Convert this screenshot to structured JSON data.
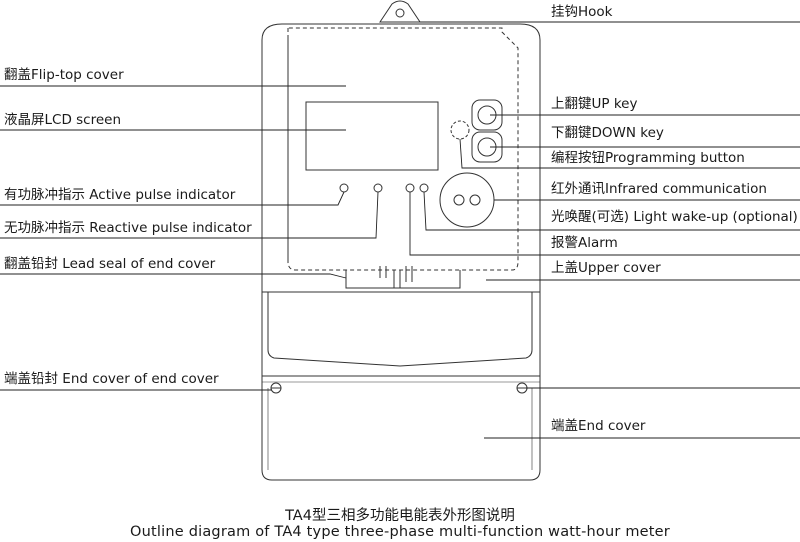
{
  "labels_left": {
    "flip_top_cover": "翻盖Flip-top cover",
    "lcd_screen": "液晶屏LCD screen",
    "active_pulse": "有功脉冲指示 Active pulse indicator",
    "reactive_pulse": "无功脉冲指示 Reactive pulse indicator",
    "lead_seal": "翻盖铅封 Lead seal of end cover",
    "end_cover_seal": "端盖铅封 End cover of end cover"
  },
  "labels_right": {
    "hook": "挂钩Hook",
    "up_key": "上翻键UP key",
    "down_key": "下翻键DOWN key",
    "programming_button": "编程按钮Programming button",
    "infrared": "红外通讯Infrared communication",
    "light_wakeup": "光唤醒(可选) Light wake-up (optional)",
    "alarm": "报警Alarm",
    "upper_cover": "上盖Upper cover",
    "end_cover": "端盖End cover"
  },
  "caption": {
    "line1": "TA4型三相多功能电能表外形图说明",
    "line2": "Outline diagram of TA4 type three-phase multi-function watt-hour meter"
  }
}
